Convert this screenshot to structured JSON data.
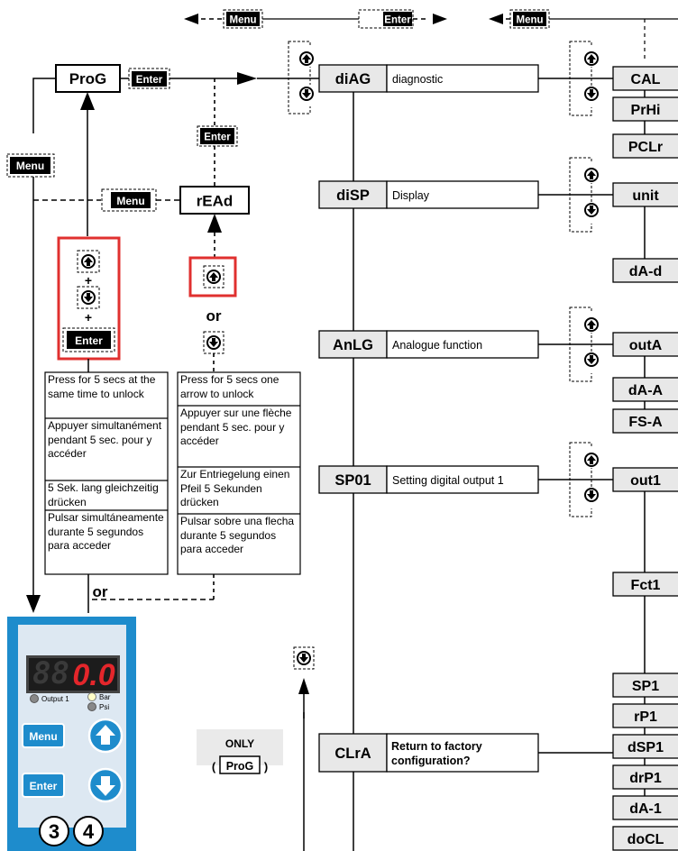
{
  "nav": {
    "menu_label": "Menu",
    "enter_label": "Enter"
  },
  "states": {
    "prog": "ProG",
    "read": "rEAd",
    "or_mid": "or",
    "or_bottom": "or"
  },
  "unlock_prog": {
    "plus": "+",
    "enter": "Enter",
    "texts": [
      "Press for 5 secs at the same time to unlock",
      "Appuyer simultanément pendant 5 sec. pour y accéder",
      "5 Sek. lang gleichzeitig drücken",
      "Pulsar simultáneamente durante 5 segundos para acceder"
    ]
  },
  "unlock_read": {
    "texts": [
      "Press for 5 secs one arrow to unlock",
      "Appuyer sur une flèche pendant 5 sec. pour y accéder",
      "Zur Entriegelung einen Pfeil 5 Sekunden drücken",
      "Pulsar sobre una flecha durante 5 segundos para acceder"
    ]
  },
  "menus": [
    {
      "code": "diAG",
      "desc": "diagnostic"
    },
    {
      "code": "diSP",
      "desc": "Display"
    },
    {
      "code": "AnLG",
      "desc": "Analogue function"
    },
    {
      "code": "SP01",
      "desc": "Setting digital output 1"
    },
    {
      "code": "CLrA",
      "desc": "Return to factory configuration?"
    }
  ],
  "params": [
    "CAL",
    "PrHi",
    "PCLr",
    "unit",
    "dA-d",
    "outA",
    "dA-A",
    "FS-A",
    "out1",
    "Fct1",
    "SP1",
    "rP1",
    "dSP1",
    "drP1",
    "dA-1",
    "doCL"
  ],
  "only_note": {
    "only": "ONLY",
    "paren_open": "(",
    "prog": "ProG",
    "paren_close": ")"
  },
  "device": {
    "display_value": "0.0",
    "led_output": "Output 1",
    "led_bar": "Bar",
    "led_psi": "Psi",
    "btn_menu": "Menu",
    "btn_enter": "Enter",
    "num_left": "3",
    "num_right": "4",
    "panel_color": "#1e8ccc",
    "display_digit_color": "#e4262b",
    "accent_red": "#e0302f"
  }
}
